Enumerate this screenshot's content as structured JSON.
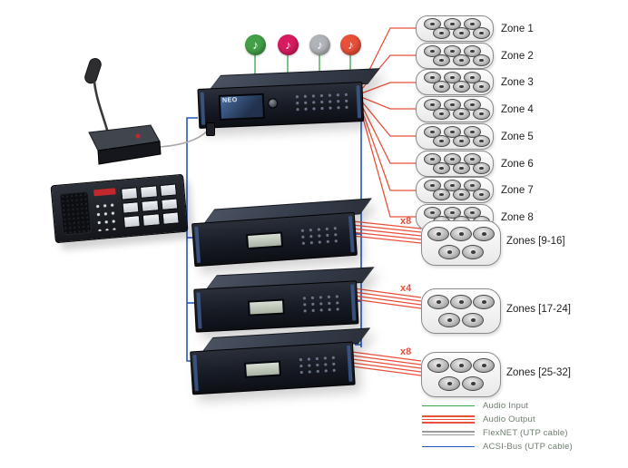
{
  "sources": {
    "note_glyph": "♪",
    "items": [
      {
        "name": "music-source-1",
        "color": "#43a047"
      },
      {
        "name": "music-source-2",
        "color": "#d81b60"
      },
      {
        "name": "music-source-3",
        "color": "#b0b4b8"
      },
      {
        "name": "music-source-4",
        "color": "#e8503a"
      }
    ]
  },
  "main_unit": {
    "label": "NEO"
  },
  "zones": [
    {
      "label": "Zone 1"
    },
    {
      "label": "Zone 2"
    },
    {
      "label": "Zone 3"
    },
    {
      "label": "Zone 4"
    },
    {
      "label": "Zone 5"
    },
    {
      "label": "Zone 6"
    },
    {
      "label": "Zone 7"
    },
    {
      "label": "Zone 8"
    }
  ],
  "extensions": [
    {
      "multiplier": "x8",
      "zones_label": "Zones [9-16]"
    },
    {
      "multiplier": "x4",
      "zones_label": "Zones [17-24]"
    },
    {
      "multiplier": "x8",
      "zones_label": "Zones [25-32]"
    }
  ],
  "legend": {
    "items": [
      {
        "label": "Audio Input",
        "color": "#3aa546"
      },
      {
        "label": "Audio Output",
        "color": "#e8503a"
      },
      {
        "label": "FlexNET (UTP cable)",
        "color": "#9b9b9b"
      },
      {
        "label": "ACSI-Bus (UTP cable)",
        "color": "#2456c4"
      }
    ]
  }
}
